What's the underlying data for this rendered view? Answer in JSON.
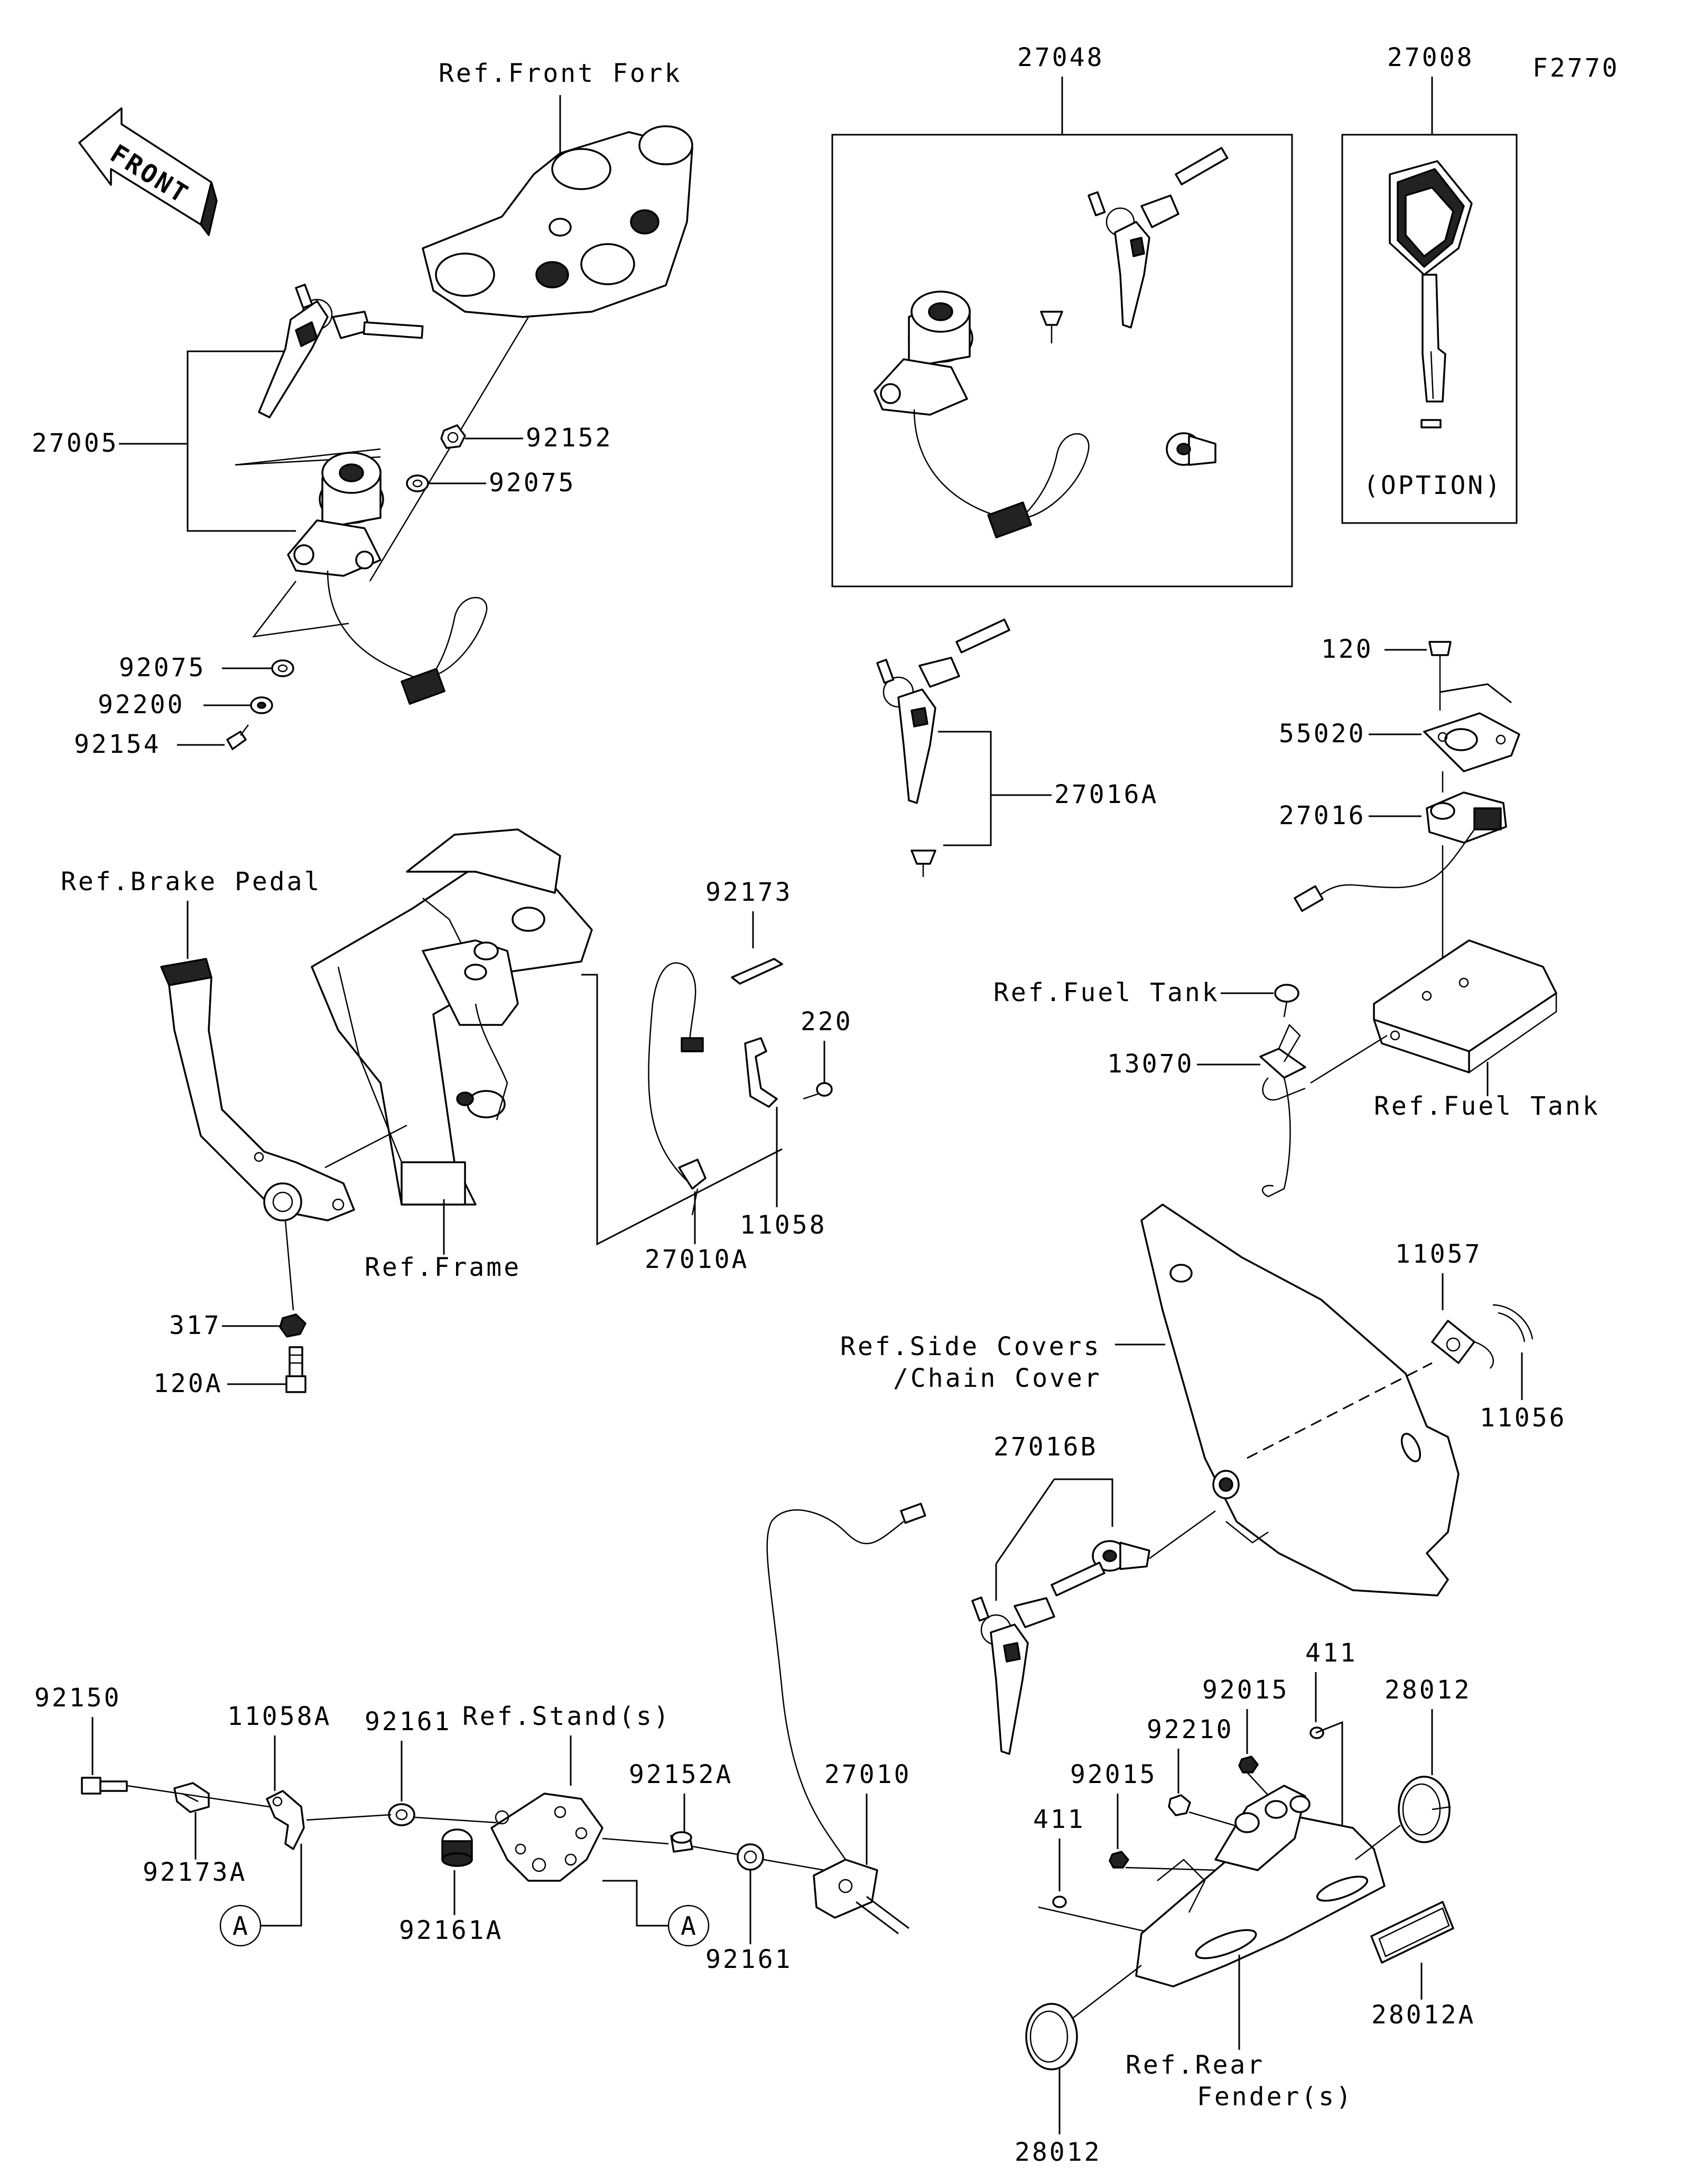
{
  "figure_code": "F2770",
  "front_arrow_text": "FRONT",
  "labels": {
    "ref_front_fork": "Ref.Front Fork",
    "p27048": "27048",
    "p27008": "27008",
    "option": "(OPTION)",
    "p27005": "27005",
    "p92152": "92152",
    "p92075_top": "92075",
    "p92075_bot": "92075",
    "p92200": "92200",
    "p92154": "92154",
    "p27016A": "27016A",
    "p120": "120",
    "p55020": "55020",
    "p27016": "27016",
    "ref_fuel_tank_1": "Ref.Fuel Tank",
    "p13070": "13070",
    "ref_fuel_tank_2": "Ref.Fuel Tank",
    "ref_brake_pedal": "Ref.Brake Pedal",
    "p92173": "92173",
    "p220": "220",
    "p11058": "11058",
    "p27010A": "27010A",
    "ref_frame": "Ref.Frame",
    "p317": "317",
    "p120A": "120A",
    "p11057": "11057",
    "ref_side_covers": "Ref.Side Covers",
    "chain_cover": "/Chain Cover",
    "p11056": "11056",
    "p27016B": "27016B",
    "p92150": "92150",
    "p11058A": "11058A",
    "p92161_a": "92161",
    "ref_stands": "Ref.Stand(s)",
    "p92152A": "92152A",
    "p27010": "27010",
    "p92173A": "92173A",
    "p92161A": "92161A",
    "p92161_b": "92161",
    "circle_a_left": "A",
    "circle_a_right": "A",
    "p92015_top": "92015",
    "p411_top": "411",
    "p28012_top": "28012",
    "p92210": "92210",
    "p92015_mid": "92015",
    "p411_left": "411",
    "ref_rear": "Ref.Rear",
    "fenders": "Fender(s)",
    "p28012A": "28012A",
    "p28012_bot": "28012"
  }
}
